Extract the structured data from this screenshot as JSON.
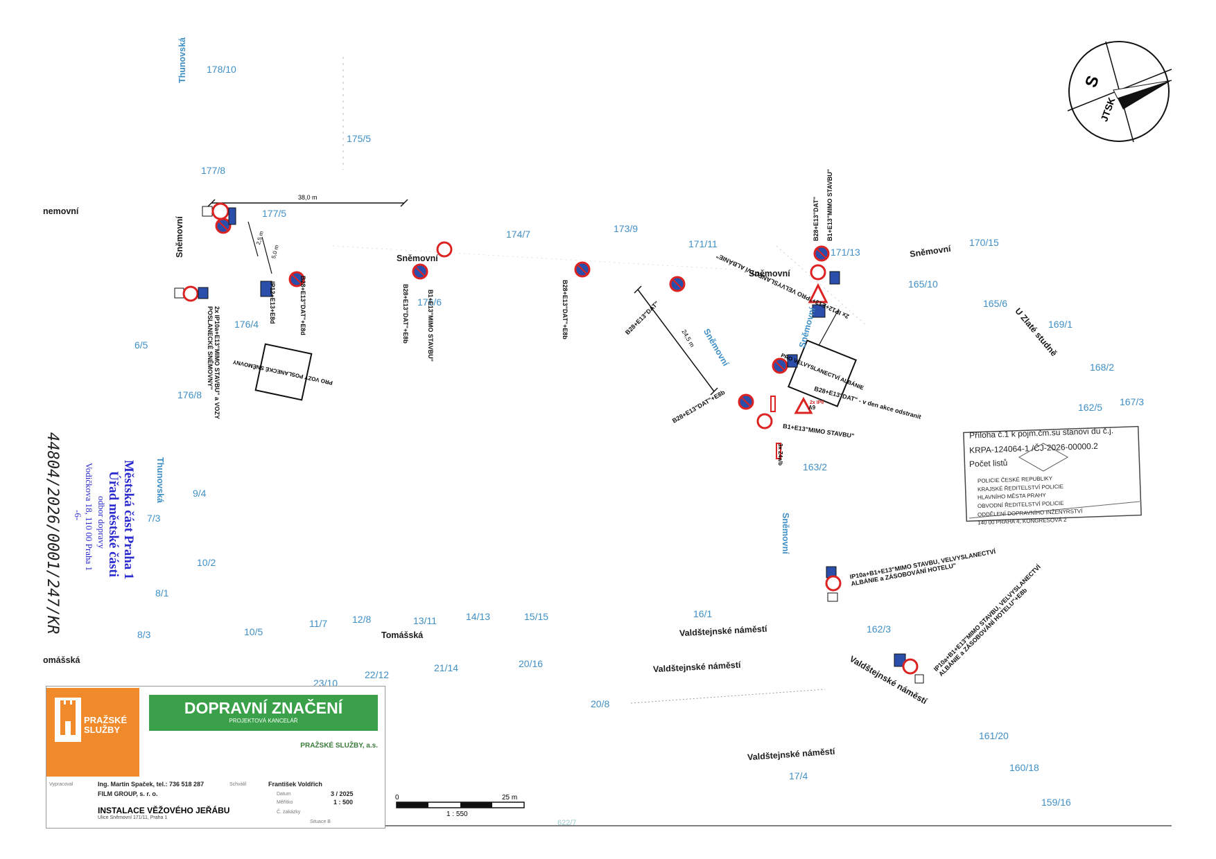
{
  "map": {
    "parcels": [
      {
        "id": "p1",
        "label": "178/10"
      },
      {
        "id": "p2",
        "label": "175/5"
      },
      {
        "id": "p3",
        "label": "177/8"
      },
      {
        "id": "p4",
        "label": "177/5"
      },
      {
        "id": "p5",
        "label": "174/7"
      },
      {
        "id": "p6",
        "label": "173/9"
      },
      {
        "id": "p7",
        "label": "171/11"
      },
      {
        "id": "p8",
        "label": "171/13"
      },
      {
        "id": "p9",
        "label": "170/15"
      },
      {
        "id": "p10",
        "label": "165/10"
      },
      {
        "id": "p11",
        "label": "165/6"
      },
      {
        "id": "p12",
        "label": "169/1"
      },
      {
        "id": "p13",
        "label": "168/2"
      },
      {
        "id": "p14",
        "label": "167/3"
      },
      {
        "id": "p15",
        "label": "162/5"
      },
      {
        "id": "p16",
        "label": "176/6"
      },
      {
        "id": "p17",
        "label": "176/4"
      },
      {
        "id": "p18",
        "label": "6/5"
      },
      {
        "id": "p19",
        "label": "176/8"
      },
      {
        "id": "p20",
        "label": "163/2"
      },
      {
        "id": "p21",
        "label": "9/4"
      },
      {
        "id": "p22",
        "label": "7/3"
      },
      {
        "id": "p23",
        "label": "10/2"
      },
      {
        "id": "p24",
        "label": "8/1"
      },
      {
        "id": "p25",
        "label": "8/3"
      },
      {
        "id": "p26",
        "label": "10/5"
      },
      {
        "id": "p27",
        "label": "11/7"
      },
      {
        "id": "p28",
        "label": "12/8"
      },
      {
        "id": "p29",
        "label": "13/11"
      },
      {
        "id": "p30",
        "label": "14/13"
      },
      {
        "id": "p31",
        "label": "15/15"
      },
      {
        "id": "p32",
        "label": "16/1"
      },
      {
        "id": "p33",
        "label": "162/3"
      },
      {
        "id": "p34",
        "label": "21/14"
      },
      {
        "id": "p35",
        "label": "20/16"
      },
      {
        "id": "p36",
        "label": "22/12"
      },
      {
        "id": "p37",
        "label": "23/10"
      },
      {
        "id": "p38",
        "label": "20/8"
      },
      {
        "id": "p39",
        "label": "161/20"
      },
      {
        "id": "p40",
        "label": "160/18"
      },
      {
        "id": "p41",
        "label": "17/4"
      },
      {
        "id": "p42",
        "label": "159/16"
      },
      {
        "id": "p43",
        "label": "622/7"
      }
    ],
    "streets": {
      "thunovska_top": "Thunovská",
      "snemovni_left": "nemovní",
      "snemovni_vert": "Sněmovní",
      "snemovni_mid": "Sněmovní",
      "snemovni_right1": "Sněmovní",
      "snemovni_right2": "Sněmovní",
      "snemovni_diag": "Sněmovní",
      "snemovni_lower": "Sněmovní",
      "snemovni_diag2": "Sněmovní",
      "u_zlate_studne": "U Zlaté studně",
      "thunovska_low": "Thunovská",
      "tomasska_left": "omášská",
      "tomasska": "Tomášská",
      "valdstejnske1": "Valdštejnské náměstí",
      "valdstejnske2": "Valdštejnské náměstí",
      "valdstejnske3": "Valdštejnské náměstí",
      "valdstejnske4": "Valdštejnské náměstí"
    },
    "dimensions": {
      "d1": "38,0 m",
      "d2": "2,5 m",
      "d3": "5,0 m",
      "d4": "24,5 m",
      "d5": "3x Z4a/b"
    },
    "signs": {
      "s1": "2x IP10a+E13\"MIMO STAVBU\" a VOZY POSLANECKÉ SNĚMOVNY\"",
      "s2": "IP12+E13+E8d",
      "s3": "B28+E13\"DAT\"+E8d",
      "s4": "B28+E13\"DAT\"+E8b",
      "s5": "B1+E13\"MIMO STAVBU\"",
      "s6": "B28+E13\"DAT\"+E8b",
      "s7": "B28+E13\"DAT\"",
      "s8": "B28+E13\"DAT\"+E8b",
      "s9": "B28+E13\"DAT\"",
      "s10": "B1+E13\"MIMO STAVBU\"",
      "s11": "2x IP12+E13+\"PRO VELVYSLANECTVÍ ALBÁNIE\"",
      "s12": "B28+E13\"DAT\" - v den akce odstranit",
      "s13": "B1+E13\"MIMO STAVBU\"",
      "s14": "IP10a+B1+E13\"MIMO STAVBU, VELVYSLANECTVÍ ALBÁNIE a ZÁSOBOVÁNÍ HOTELU\"",
      "s15": "IP10a+B1+E13\"MIMO STAVBU, VELVYSLANECTVÍ ALBÁNIE a ZÁSOBOVÁNÍ HOTELU\"+E8b",
      "s16": "2x IP6",
      "a9": "A9",
      "pro_vozy": "PRO VOZY POSLANECKÉ SNĚMOVNY",
      "pro_velv": "PRO VELVYSLANECTVÍ ALBÁNIE"
    },
    "compass": {
      "north": "S",
      "system": "JTSK"
    },
    "scale": {
      "start": "0",
      "end": "25 m",
      "ratio": "1 : 550"
    }
  },
  "stamps": {
    "office_line1": "Městská část Praha 1",
    "office_line2": "Úřad městské části",
    "office_line3": "odbor dopravy",
    "office_line4": "Vodičkova 18, 110 00 Praha 1",
    "office_line5": "-6-",
    "handwritten_ref": "44804/2026/0001/247/KR",
    "police_line1": "Příloha č.1 k pojm.čm.su stanovi du č.j.",
    "police_line2": "KRPA-124064-1 /ČJ-2026-00000.2",
    "police_line3": "Počet listů",
    "police_line4": "POLICIE ČESKÉ REPUBLIKY",
    "police_line5": "KRAJSKÉ ŘEDITELSTVÍ POLICIE",
    "police_line6": "HLAVNÍHO MĚSTA PRAHY",
    "police_line7": "OBVODNÍ ŘEDITELSTVÍ POLICIE",
    "police_line8": "ODDĚLENÍ DOPRAVNÍHO INŽENÝRSTVÍ",
    "police_line9": "140 00 PRAHA 4, KONGRESOVÁ 2"
  },
  "title_block": {
    "logo_line1": "PRAŽSKÉ",
    "logo_line2": "SLUŽBY",
    "title": "DOPRAVNÍ ZNAČENÍ",
    "subtitle": "PROJEKTOVÁ KANCELÁŘ",
    "company": "PRAŽSKÉ SLUŽBY, a.s.",
    "designer": "Ing. Martin Spaček, tel.: 736 518 287",
    "designer_label": "Vypracoval",
    "checker": "František Voldřich",
    "checker_label": "Schválil",
    "client": "FILM GROUP, s. r. o.",
    "date_label": "Datum",
    "date": "3 / 2025",
    "scale_label": "Měřítko",
    "scale": "1 : 500",
    "part_label": "Č. zakázky",
    "project": "INSTALACE VĚŽOVÉHO JEŘÁBU",
    "project_sub": "Ulice Sněmovní 171/11, Praha 1",
    "sheet": "Situace B"
  }
}
